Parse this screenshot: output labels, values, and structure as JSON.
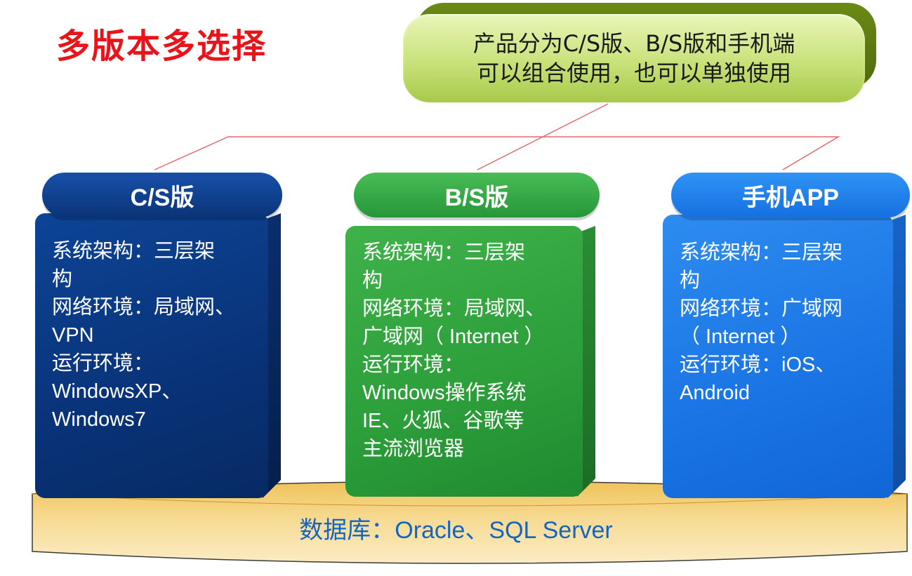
{
  "title": "多版本多选择",
  "callout": {
    "line1": "产品分为C/S版、B/S版和手机端",
    "line2": "可以组合使用，也可以单独使用"
  },
  "versions": [
    {
      "header": "C/S版",
      "lines": [
        "系统架构：三层架",
        "构",
        "网络环境：局域网、",
        "VPN",
        "运行环境：",
        "WindowsXP、",
        "Windows7"
      ]
    },
    {
      "header": "B/S版",
      "lines": [
        "系统架构：三层架",
        "构",
        "网络环境：局域网、",
        "广域网（ Internet ）",
        "运行环境：",
        "Windows操作系统",
        "IE、火狐、谷歌等",
        "主流浏览器"
      ]
    },
    {
      "header": "手机APP",
      "lines": [
        "系统架构：三层架",
        "构",
        "网络环境：广域网",
        "（ Internet ）",
        "运行环境：iOS、",
        "Android"
      ]
    }
  ],
  "database": "数据库：Oracle、SQL Server",
  "colors": {
    "title": "#e8141a",
    "cs": "#093378",
    "bs": "#2c9e3a",
    "app": "#1a74e4",
    "database_text": "#1565c0",
    "connector": "#e8141a"
  }
}
